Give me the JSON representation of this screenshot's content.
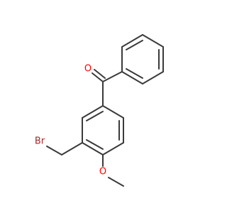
{
  "molecule": {
    "name": "",
    "atoms": [
      {
        "id": "O_carbonyl",
        "label": "O",
        "color": "#ff0000"
      },
      {
        "id": "Br",
        "label": "Br",
        "color": "#a52a2a"
      },
      {
        "id": "O_methoxy",
        "label": "O",
        "color": "#ff0000"
      }
    ],
    "colors": {
      "bond": "#3a3a3a",
      "oxygen": "#ff0000",
      "bromine": "#a52a2a",
      "background": "#ffffff"
    }
  }
}
